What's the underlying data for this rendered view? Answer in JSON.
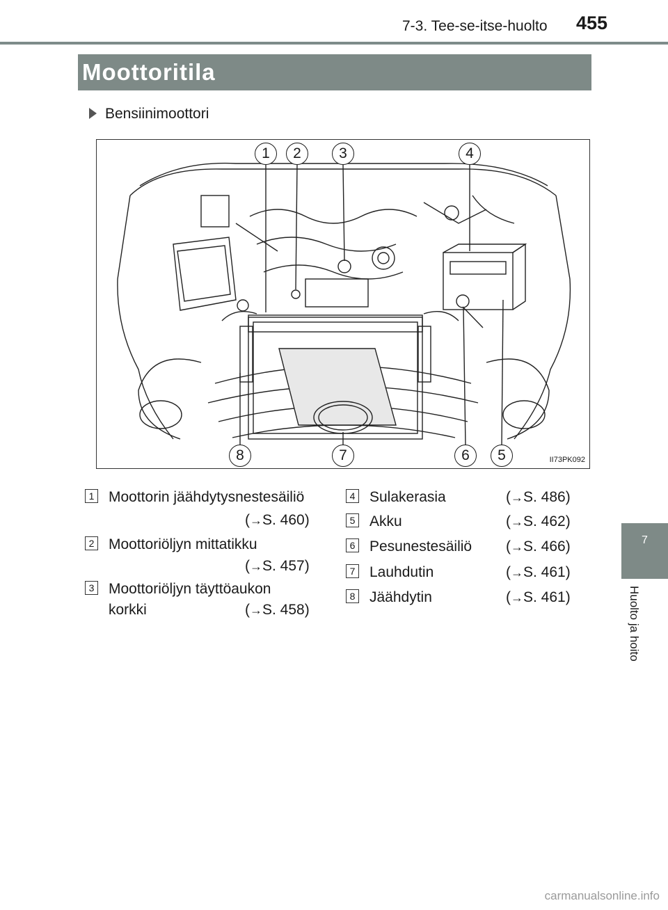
{
  "header": {
    "section": "7-3. Tee-se-itse-huolto",
    "page_number": "455"
  },
  "title": "Moottoritila",
  "subheading": "Bensiinimoottori",
  "figure": {
    "code": "II73PK092",
    "callouts_top": [
      "1",
      "2",
      "3",
      "4"
    ],
    "callouts_bottom": [
      "8",
      "7",
      "6",
      "5"
    ]
  },
  "side_tab": {
    "number": "7",
    "label": "Huolto ja hoito"
  },
  "legend_left": [
    {
      "num": "1",
      "lines": [
        "Moottorin jäähdytysnestesäiliö"
      ],
      "ref": "S. 460"
    },
    {
      "num": "2",
      "lines": [
        "Moottoriöljyn mittatikku"
      ],
      "ref": "S. 457"
    },
    {
      "num": "3",
      "lines": [
        "Moottoriöljyn täyttöaukon",
        "korkki"
      ],
      "ref": "S. 458"
    }
  ],
  "legend_right": [
    {
      "num": "4",
      "name": "Sulakerasia",
      "ref": "S. 486"
    },
    {
      "num": "5",
      "name": "Akku",
      "ref": "S. 462"
    },
    {
      "num": "6",
      "name": "Pesunestesäiliö",
      "ref": "S. 466"
    },
    {
      "num": "7",
      "name": "Lauhdutin",
      "ref": "S. 461"
    },
    {
      "num": "8",
      "name": "Jäähdytin",
      "ref": "S. 461"
    }
  ],
  "arrow_glyph": "→",
  "watermark": "carmanualsonline.info"
}
